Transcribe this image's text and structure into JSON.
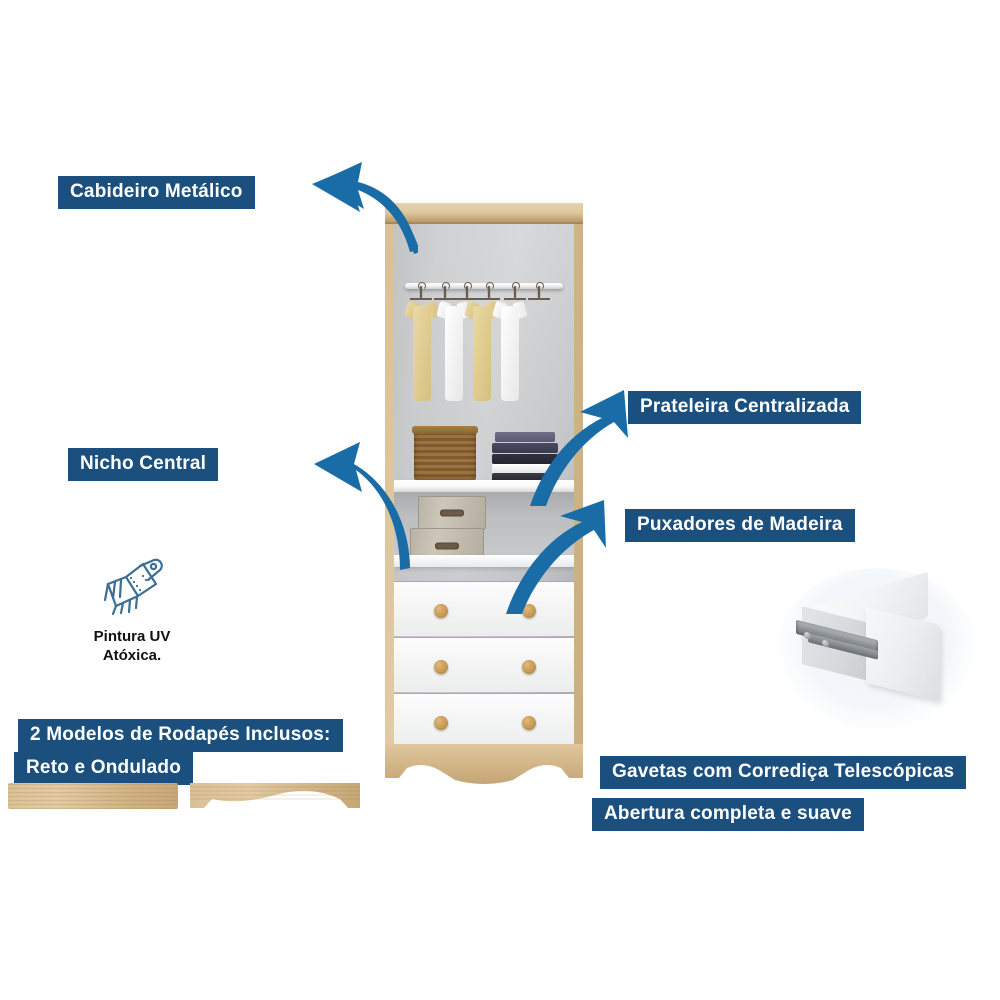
{
  "product": {
    "type": "wardrobe-with-drawers",
    "description": "Guarda-roupa de 2 portas aberto mostrando cabideiro, prateleira, nicho e 3 gavetas"
  },
  "theme": {
    "label_bg": "#1b4f7e",
    "label_text": "#ffffff",
    "arrow_color": "#1a6ca6",
    "wood": "#d9c096",
    "drawer_white": "#f7f8f9",
    "knob": "#c79a55",
    "background": "#ffffff"
  },
  "callouts": [
    {
      "id": "cabideiro",
      "label": "Cabideiro Metálico"
    },
    {
      "id": "nicho",
      "label": "Nicho Central"
    },
    {
      "id": "prateleira",
      "label": "Prateleira Centralizada"
    },
    {
      "id": "puxadores",
      "label": "Puxadores de Madeira"
    }
  ],
  "feature_icon": {
    "icon": "paintbrush-icon",
    "line1": "Pintura UV",
    "line2": "Atóxica."
  },
  "baseboards": {
    "title": "2 Modelos de Rodapés Inclusos:",
    "subtitle": "Reto e Ondulado",
    "samples": [
      {
        "id": "reto",
        "name": "Reto"
      },
      {
        "id": "ondulado",
        "name": "Ondulado"
      }
    ]
  },
  "drawer_slides": {
    "line1": "Gavetas com Corrediça Telescópicas",
    "line2": "Abertura completa e suave",
    "photo": "drawer-with-telescopic-slide-photo"
  },
  "wardrobe_parts": {
    "rail": "metal-hanging-rail",
    "garments": [
      "beige-shirt",
      "white-shirt",
      "beige-shirt",
      "white-shirt"
    ],
    "shelf_items": [
      "wicker-basket",
      "folded-clothes-stack"
    ],
    "niche_items": [
      "storage-box",
      "storage-box"
    ],
    "drawer_count": 3,
    "knobs_per_drawer": 2,
    "base_style": "wavy"
  }
}
